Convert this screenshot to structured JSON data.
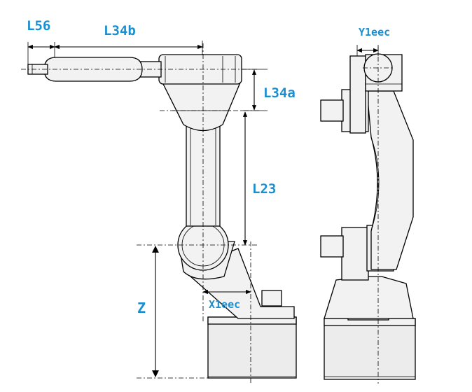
{
  "labels": {
    "l56": "L56",
    "l34b": "L34b",
    "l34a": "L34a",
    "l23": "L23",
    "z": "Z",
    "x1eec": "X1eec",
    "y1eec": "Y1eec"
  },
  "colors": {
    "label": "#1a8fd0",
    "line": "#000000",
    "background": "#ffffff"
  }
}
